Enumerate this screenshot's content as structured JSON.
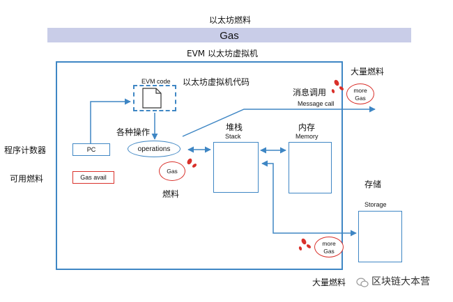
{
  "diagram": {
    "title_top": "以太坊燃料",
    "gas_bar": "Gas",
    "evm_title": "EVM  以太坊虚拟机",
    "evm_code": {
      "en": "EVM code",
      "cn": "以太坊虚拟机代码"
    },
    "pc": {
      "cn": "程序计数器",
      "box": "PC"
    },
    "gas_avail": {
      "cn": "可用燃料",
      "box": "Gas avail"
    },
    "operations": {
      "cn": "各种操作",
      "ellipse": "operations"
    },
    "gas_bubble": {
      "text": "Gas",
      "cn": "燃料"
    },
    "stack": {
      "cn": "堆栈",
      "en": "Stack"
    },
    "memory": {
      "cn": "内存",
      "en": "Memory"
    },
    "message_call": {
      "cn_top": "大量燃料",
      "cn": "消息调用",
      "en": "Message call",
      "bubble_line1": "more",
      "bubble_line2": "Gas"
    },
    "storage": {
      "cn": "存储",
      "en": "Storage",
      "bubble_line1": "more",
      "bubble_line2": "Gas",
      "cn_bottom": "大量燃料"
    },
    "watermark": "区块链大本营"
  },
  "colors": {
    "blue": "#3e86c4",
    "red": "#d9302a",
    "gas_bar": "#c9cde8"
  }
}
